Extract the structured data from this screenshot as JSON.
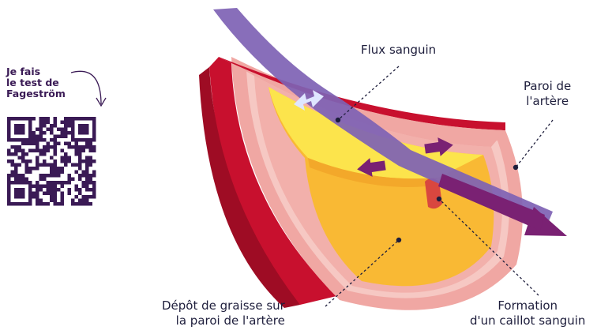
{
  "qr": {
    "caption_lines": [
      "Je fais",
      "le test de",
      "Fageström"
    ]
  },
  "labels": {
    "blood_flow": "Flux sanguin",
    "artery_wall": [
      "Paroi de",
      "l'artère"
    ],
    "fat_deposit": [
      "Dépôt de graisse sur",
      "la paroi de l'artère"
    ],
    "clot": [
      "Formation",
      "d'un caillot sanguin"
    ]
  },
  "colors": {
    "outer_wall": "#c8102e",
    "wall_pink": "#f0a7a3",
    "wall_rim": "#f6c8c3",
    "fat_yellow": "#f9b934",
    "fat_light": "#fce44c",
    "blood_flow": "#7e62b4",
    "exit_arrow": "#7a2173",
    "clot": "#d9473f",
    "leader_line": "#1e1e3c"
  }
}
